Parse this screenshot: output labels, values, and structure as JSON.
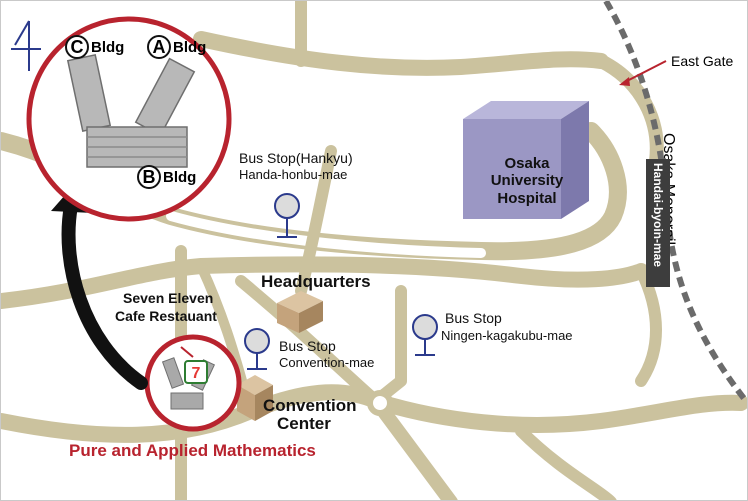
{
  "map": {
    "title": "Osaka University campus map",
    "labels": {
      "hospital_line1": "Osaka University",
      "hospital_line2": "Hospital",
      "east_gate": "East Gate",
      "monorail": "Osaka Monorail",
      "station": "Handai-byoin-mae",
      "bus_hankyu_line1": "Bus Stop(Hankyu)",
      "bus_hankyu_line2": "Handa-honbu-mae",
      "headquarters": "Headquarters",
      "seven_eleven_line1": "Seven Eleven",
      "seven_eleven_line2": "Cafe Restauant",
      "bus_convention_line1": "Bus Stop",
      "bus_convention_line2": "Convention-mae",
      "bus_ningen_line1": "Bus Stop",
      "bus_ningen_line2": "Ningen-kagakubu-mae",
      "convention_line1": "Convention",
      "convention_line2": "Center",
      "pam": "Pure and Applied Mathematics",
      "bldg_c_letter": "C",
      "bldg_a_letter": "A",
      "bldg_b_letter": "B",
      "bldg_word": "Bldg"
    },
    "colors": {
      "road": "#cbc29e",
      "accent": "#b8232e",
      "hospital": "#9b97c4",
      "building": "#c4a37c"
    },
    "icons": [
      "north-arrow-icon",
      "bus-stop-icon",
      "seven-eleven-logo-icon",
      "building-icon"
    ]
  }
}
